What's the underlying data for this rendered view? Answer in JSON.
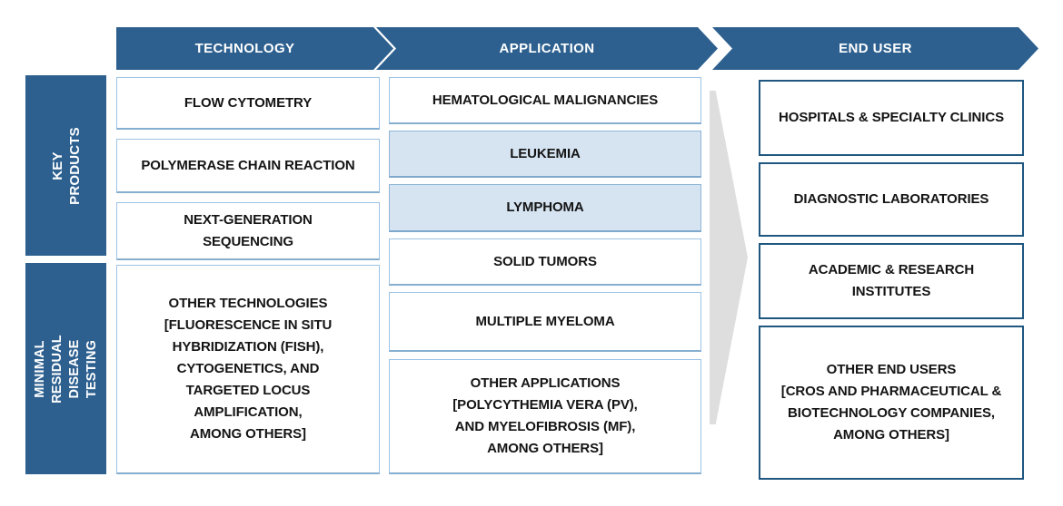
{
  "diagram": {
    "sidebar": {
      "items": [
        {
          "label": "KEY PRODUCTS"
        },
        {
          "label": "MINIMAL RESIDUAL\nDISEASE TESTING"
        }
      ]
    },
    "stage_headers": [
      {
        "label": "TECHNOLOGY"
      },
      {
        "label": "APPLICATION"
      },
      {
        "label": "END USER"
      }
    ],
    "columns": {
      "technology": {
        "items": [
          {
            "label": "FLOW CYTOMETRY",
            "highlighted": false
          },
          {
            "label": "POLYMERASE CHAIN REACTION",
            "highlighted": false
          },
          {
            "label": "NEXT-GENERATION\nSEQUENCING",
            "highlighted": false
          },
          {
            "label": "OTHER TECHNOLOGIES\n[FLUORESCENCE IN SITU\nHYBRIDIZATION (FISH),\nCYTOGENETICS, AND\nTARGETED LOCUS\nAMPLIFICATION,\nAMONG OTHERS]",
            "highlighted": false
          }
        ]
      },
      "application": {
        "items": [
          {
            "label": "HEMATOLOGICAL MALIGNANCIES",
            "highlighted": false
          },
          {
            "label": "LEUKEMIA",
            "highlighted": true
          },
          {
            "label": "LYMPHOMA",
            "highlighted": true
          },
          {
            "label": "SOLID TUMORS",
            "highlighted": false
          },
          {
            "label": "MULTIPLE MYELOMA",
            "highlighted": false
          },
          {
            "label": "OTHER APPLICATIONS\n[POLYCYTHEMIA VERA (PV),\nAND MYELOFIBROSIS (MF),\nAMONG OTHERS]",
            "highlighted": false
          }
        ]
      },
      "end_user": {
        "items": [
          {
            "label": "HOSPITALS & SPECIALTY CLINICS"
          },
          {
            "label": "DIAGNOSTIC LABORATORIES"
          },
          {
            "label": "ACADEMIC & RESEARCH\nINSTITUTES"
          },
          {
            "label": "OTHER END USERS\n[CROS AND PHARMACEUTICAL &\nBIOTECHNOLOGY COMPANIES,\nAMONG OTHERS]"
          }
        ]
      }
    },
    "colors": {
      "dark_blue": "#2D608F",
      "navy_border": "#1F5780",
      "light_border": "#9DC3E6",
      "highlight_fill": "#D6E4F1",
      "gray_arrow": "#DEDEDE",
      "text": "#141414"
    }
  }
}
